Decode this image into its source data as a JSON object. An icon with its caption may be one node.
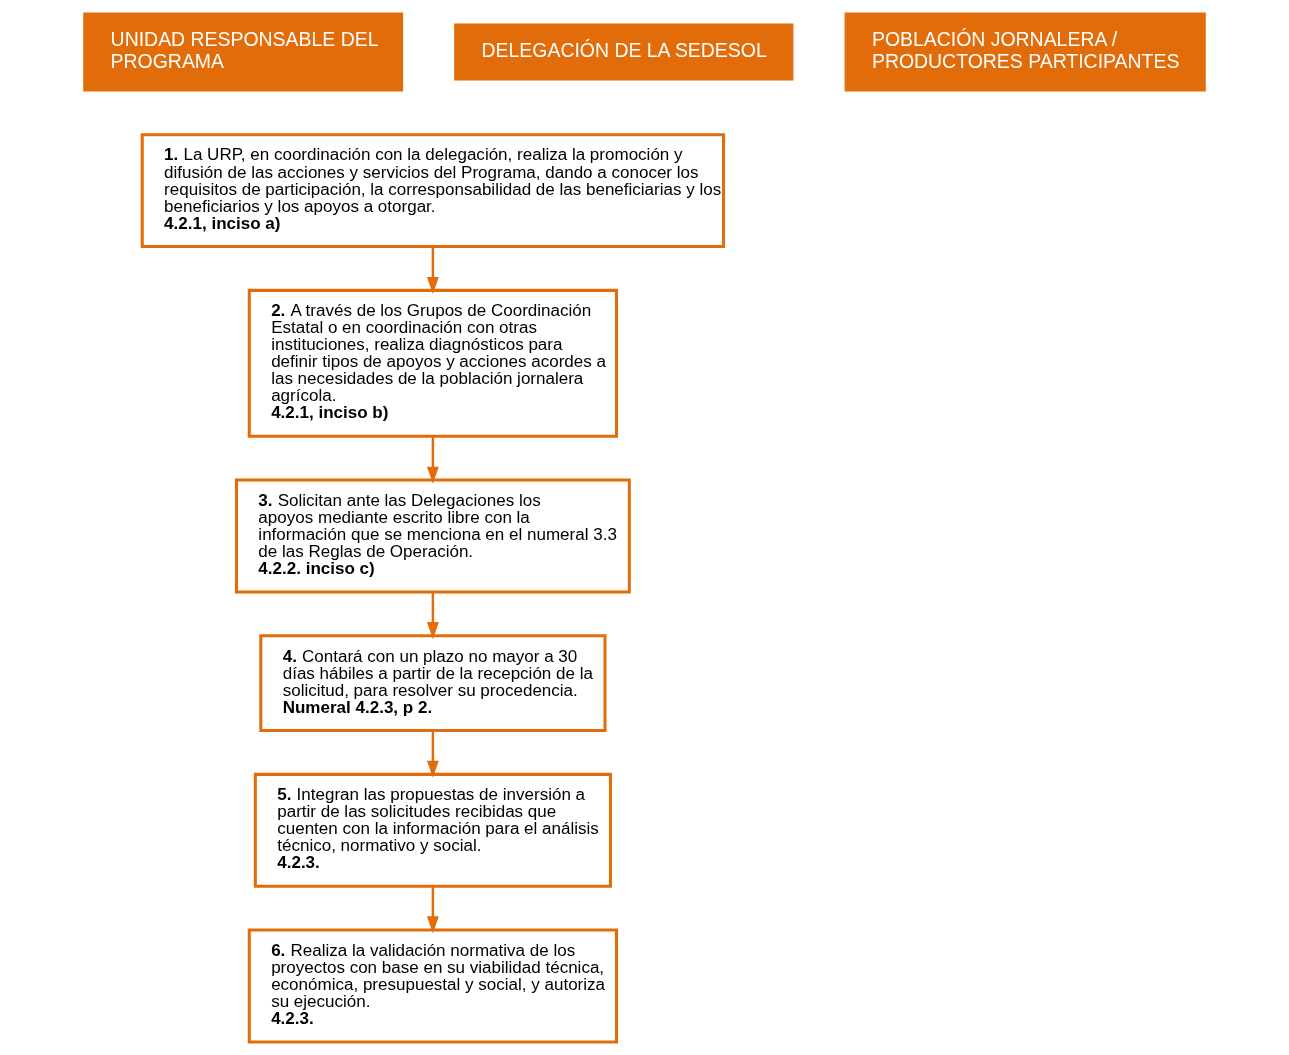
{
  "diagram": {
    "nodes": [
      {
        "text": [
          "UNIDAD RESPONSABLE DEL PROGRAMA"
        ]
      },
      {
        "text": [
          "DELEGACIÓN DE LA SEDESOL"
        ]
      },
      {
        "text": [
          "POBLACIÓN JORNALERA / PRODUCTORES PARTICIPANTES"
        ]
      },
      {
        "text": [
          "**1.** La URP, en coordinación con la delegación, realiza la promoción y difusión de las acciones y servicios del Programa, dando a conocer los requisitos de participación, la corresponsabilidad de las beneficiarias y los beneficiarios y los apoyos a otorgar. **4.2.1, inciso a)**"
        ]
      },
      {
        "text": [
          "**2.** A través de los Grupos de Coordinación Estatal o en coordinación con otras instituciones, realiza diagnósticos para definir tipos de apoyos y acciones acordes a las necesidades de la población jornalera agrícola. **4.2.1, inciso b)**"
        ]
      },
      {
        "text": [
          "**3.** Solicitan ante las Delegaciones los apoyos mediante escrito libre con la información que se menciona en el numeral 3.3 de las Reglas de Operación. **4.2.2. inciso c)**"
        ]
      },
      {
        "text": [
          "**4.** Contará con un plazo no mayor a 30 días hábiles a partir de la recepción de la solicitud, para resolver su procedencia. **Numeral 4.2.3, p 2.**"
        ]
      },
      {
        "text": [
          "**5.** Integran las propuestas de inversión a partir de las solicitudes recibidas que cuenten con la información para el análisis técnico, normativo y social. **4.2.3.**"
        ]
      },
      {
        "text": [
          "**6.** Realiza la validación normativa de los proyectos con base en su viabilidad técnica, económica, presupuestal y social, y autoriza su ejecución. **4.2.3.**"
        ]
      }
    ],
    "edges": [
      {
        "from": 3,
        "to": 4,
        "arrow": "to"
      },
      {
        "from": 4,
        "to": 5,
        "arrow": "to"
      },
      {
        "from": 5,
        "to": 6,
        "arrow": "to"
      },
      {
        "from": 6,
        "to": 7,
        "arrow": "to"
      },
      {
        "from": 7,
        "to": 8,
        "arrow": "to"
      }
    ]
  }
}
